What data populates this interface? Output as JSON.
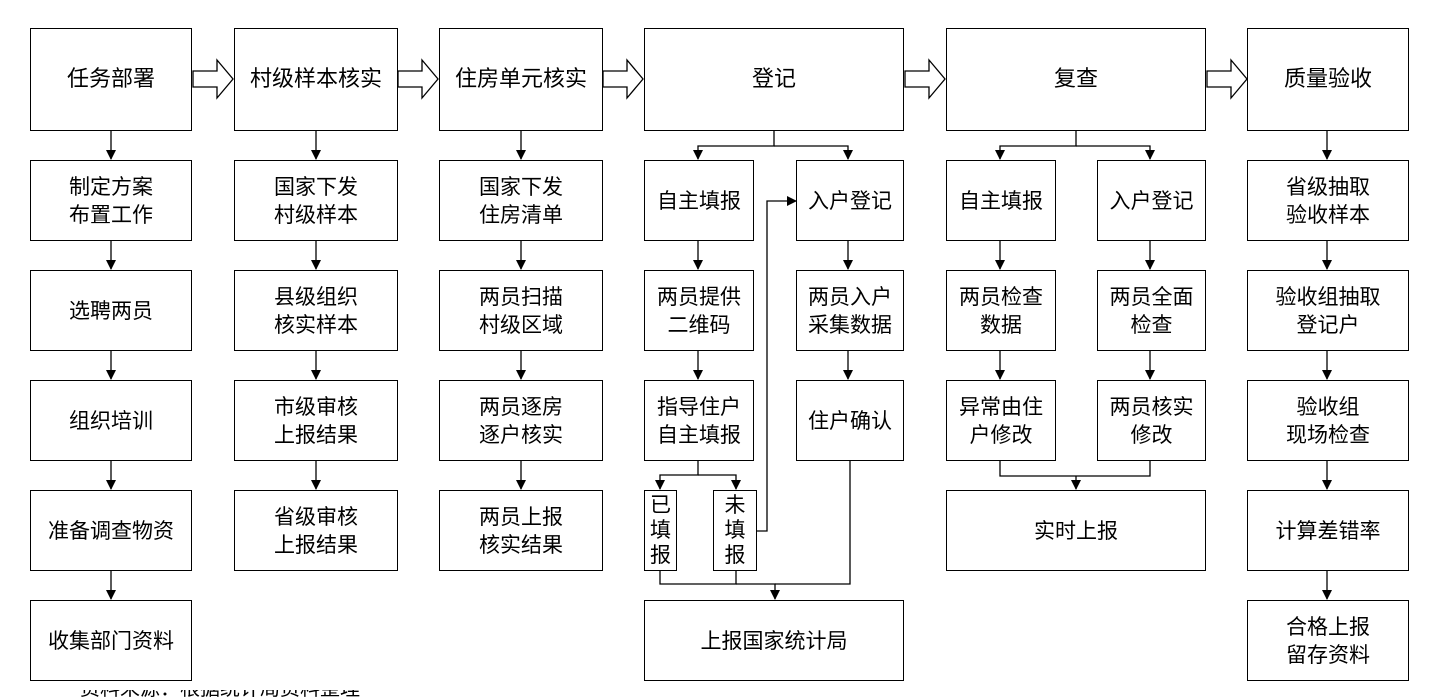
{
  "stages": [
    {
      "id": "s1",
      "label": "任务部署"
    },
    {
      "id": "s2",
      "label": "村级样本核实"
    },
    {
      "id": "s3",
      "label": "住房单元核实"
    },
    {
      "id": "s4",
      "label": "登记"
    },
    {
      "id": "s5",
      "label": "复查"
    },
    {
      "id": "s6",
      "label": "质量验收"
    }
  ],
  "steps": {
    "c1": [
      "制定方案\n布置工作",
      "选聘两员",
      "组织培训",
      "准备调查物资",
      "收集部门资料"
    ],
    "c2": [
      "国家下发\n村级样本",
      "县级组织\n核实样本",
      "市级审核\n上报结果",
      "省级审核\n上报结果"
    ],
    "c3": [
      "国家下发\n住房清单",
      "两员扫描\n村级区域",
      "两员逐房\n逐户核实",
      "两员上报\n核实结果"
    ],
    "c4a": [
      "自主填报",
      "两员提供\n二维码",
      "指导住户\n自主填报"
    ],
    "c4_split": [
      "已\n填\n报",
      "未\n填\n报"
    ],
    "c4b": [
      "入户登记",
      "两员入户\n采集数据",
      "住户确认"
    ],
    "c4_final": "上报国家统计局",
    "c5a": [
      "自主填报",
      "两员检查\n数据",
      "异常由住\n户修改"
    ],
    "c5b": [
      "入户登记",
      "两员全面\n检查",
      "两员核实\n修改"
    ],
    "c5_final": "实时上报",
    "c6": [
      "省级抽取\n验收样本",
      "验收组抽取\n登记户",
      "验收组\n现场检查",
      "计算差错率",
      "合格上报\n留存资料"
    ]
  },
  "clipped_caption": "资料来源：根据统计局资料整理"
}
